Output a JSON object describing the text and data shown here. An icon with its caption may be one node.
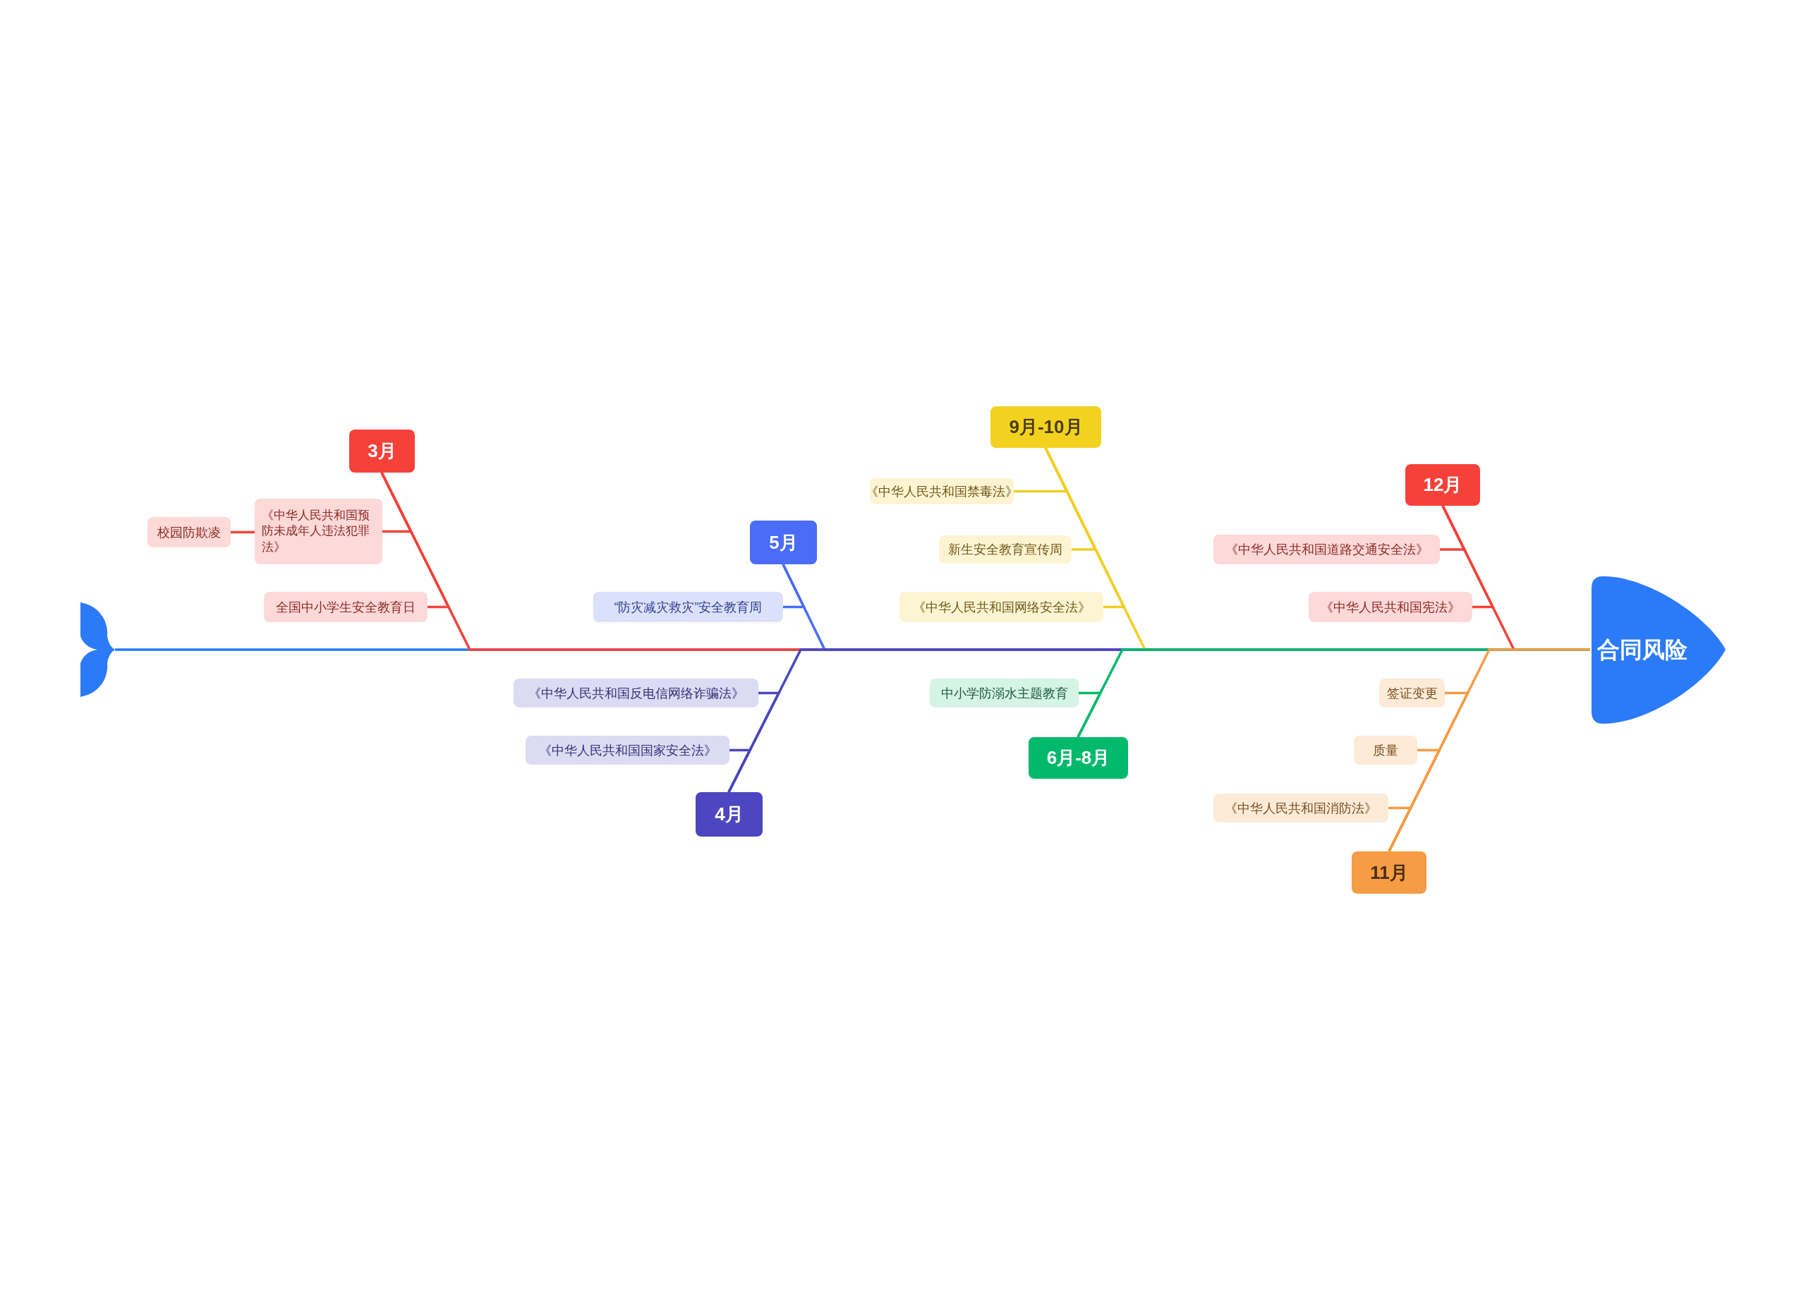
{
  "diagram": {
    "nodes": [
      {
        "text": [
          "合同风险"
        ]
      },
      {
        "text": [
          "3月"
        ]
      },
      {
        "text": [
          "《中华人民共和国预防未成年人违法犯罪法》"
        ]
      },
      {
        "text": [
          "校园防欺凌"
        ]
      },
      {
        "text": [
          "全国中小学生安全教育日"
        ]
      },
      {
        "text": [
          "5月"
        ]
      },
      {
        "text": [
          "“防灾减灾救灾”安全教育周"
        ]
      },
      {
        "text": [
          "9月-10月"
        ]
      },
      {
        "text": [
          "《中华人民共和国禁毒法》"
        ]
      },
      {
        "text": [
          "新生安全教育宣传周"
        ]
      },
      {
        "text": [
          "《中华人民共和国网络安全法》"
        ]
      },
      {
        "text": [
          "12月"
        ]
      },
      {
        "text": [
          "《中华人民共和国道路交通安全法》"
        ]
      },
      {
        "text": [
          "《中华人民共和国宪法》"
        ]
      },
      {
        "text": [
          "《中华人民共和国反电信网络诈骗法》"
        ]
      },
      {
        "text": [
          "《中华人民共和国国家安全法》"
        ]
      },
      {
        "text": [
          "4月"
        ]
      },
      {
        "text": [
          "中小学防溺水主题教育"
        ]
      },
      {
        "text": [
          "6月-8月"
        ]
      },
      {
        "text": [
          "签证变更"
        ]
      },
      {
        "text": [
          "质量"
        ]
      },
      {
        "text": [
          "《中华人民共和国消防法》"
        ]
      },
      {
        "text": [
          "11月"
        ]
      },
      {
        "text": [],
        "shape": "tail"
      }
    ],
    "edges": [
      {
        "from": 23,
        "to": 0,
        "arrow": "none",
        "color": "#2a78f5"
      },
      {
        "from": 1,
        "to": 0,
        "arrow": "none",
        "color": "#f5413a"
      },
      {
        "from": 5,
        "to": 0,
        "arrow": "none",
        "color": "#4a6cf7"
      },
      {
        "from": 7,
        "to": 0,
        "arrow": "none",
        "color": "#f2ce1f"
      },
      {
        "from": 11,
        "to": 0,
        "arrow": "none",
        "color": "#f5413a"
      },
      {
        "from": 16,
        "to": 0,
        "arrow": "none",
        "color": "#4c46c0"
      },
      {
        "from": 18,
        "to": 0,
        "arrow": "none",
        "color": "#00b96b"
      },
      {
        "from": 22,
        "to": 0,
        "arrow": "none",
        "color": "#f59c45"
      },
      {
        "from": 2,
        "to": 1,
        "arrow": "none",
        "color": "#f5413a"
      },
      {
        "from": 3,
        "to": 2,
        "arrow": "none",
        "color": "#f5413a"
      },
      {
        "from": 4,
        "to": 1,
        "arrow": "none",
        "color": "#f5413a"
      },
      {
        "from": 6,
        "to": 5,
        "arrow": "none",
        "color": "#4a6cf7"
      },
      {
        "from": 8,
        "to": 7,
        "arrow": "none",
        "color": "#f2ce1f"
      },
      {
        "from": 9,
        "to": 7,
        "arrow": "none",
        "color": "#f2ce1f"
      },
      {
        "from": 10,
        "to": 7,
        "arrow": "none",
        "color": "#f2ce1f"
      },
      {
        "from": 12,
        "to": 11,
        "arrow": "none",
        "color": "#f5413a"
      },
      {
        "from": 13,
        "to": 11,
        "arrow": "none",
        "color": "#f5413a"
      },
      {
        "from": 14,
        "to": 16,
        "arrow": "none",
        "color": "#4c46c0"
      },
      {
        "from": 15,
        "to": 16,
        "arrow": "none",
        "color": "#4c46c0"
      },
      {
        "from": 17,
        "to": 18,
        "arrow": "none",
        "color": "#00b96b"
      },
      {
        "from": 19,
        "to": 22,
        "arrow": "none",
        "color": "#f59c45"
      },
      {
        "from": 20,
        "to": 22,
        "arrow": "none",
        "color": "#f59c45"
      },
      {
        "from": 21,
        "to": 22,
        "arrow": "none",
        "color": "#f59c45"
      }
    ]
  }
}
